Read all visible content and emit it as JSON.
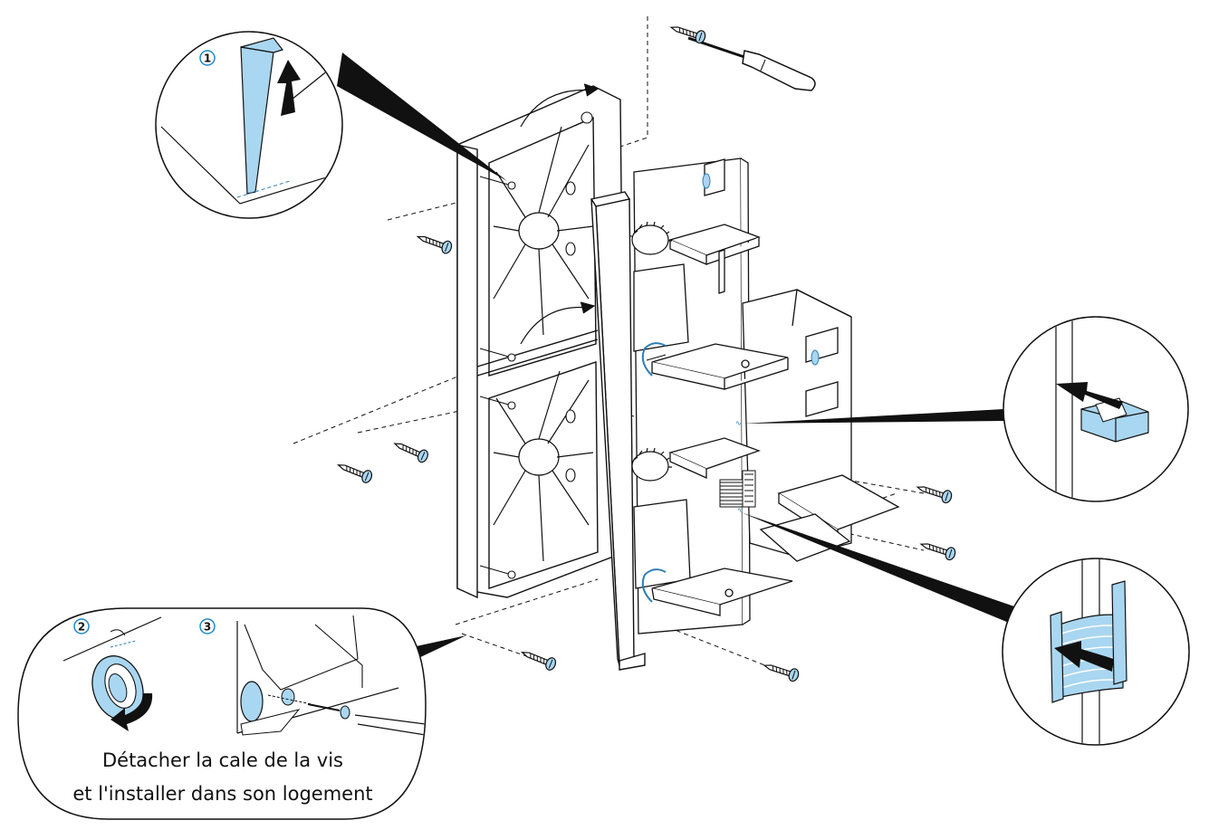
{
  "steps": [
    {
      "number": "1"
    },
    {
      "number": "2"
    },
    {
      "number": "3"
    }
  ],
  "caption": {
    "line1": "Détacher la cale de la vis",
    "line2": "et l'installer dans son logement"
  },
  "colors": {
    "line": "#111111",
    "highlight": "#a9d6f0",
    "highlight_stroke": "#2f7fb4",
    "badge_fill": "#ffffff",
    "badge_stroke": "#1e88c8"
  },
  "icons": [
    "screwdriver-icon",
    "screw-icon",
    "arrow-icon",
    "clip-icon",
    "cable-coil-icon",
    "shim-ring-icon"
  ]
}
